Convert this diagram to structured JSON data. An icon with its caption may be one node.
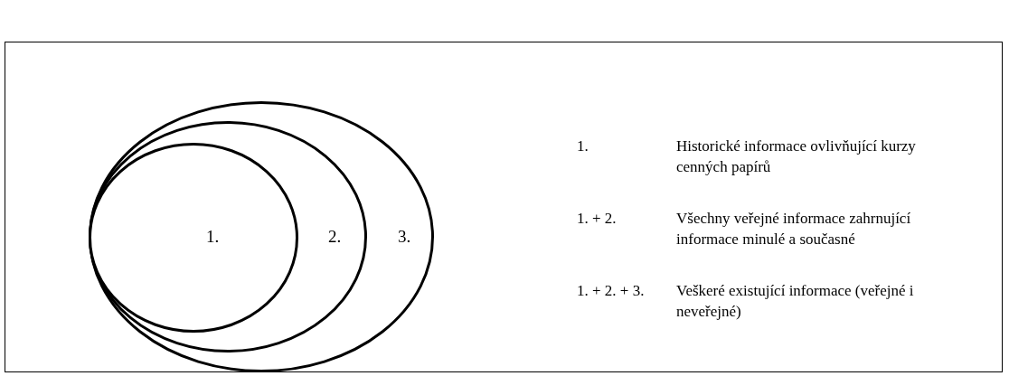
{
  "diagram": {
    "nodes": [
      {
        "text": [
          "3."
        ]
      },
      {
        "text": [
          "2."
        ],
        "in": 0
      },
      {
        "text": [
          "1."
        ],
        "in": 1
      }
    ],
    "labels": [
      "1.",
      "Historické informace ovlivňující kurzy cenných papírů",
      "1. + 2.",
      "Všechny veřejné informace zahrnující informace minulé a současné",
      "1. + 2. + 3.",
      "Veškeré existující informace (veřejné i neveřejné)"
    ]
  }
}
